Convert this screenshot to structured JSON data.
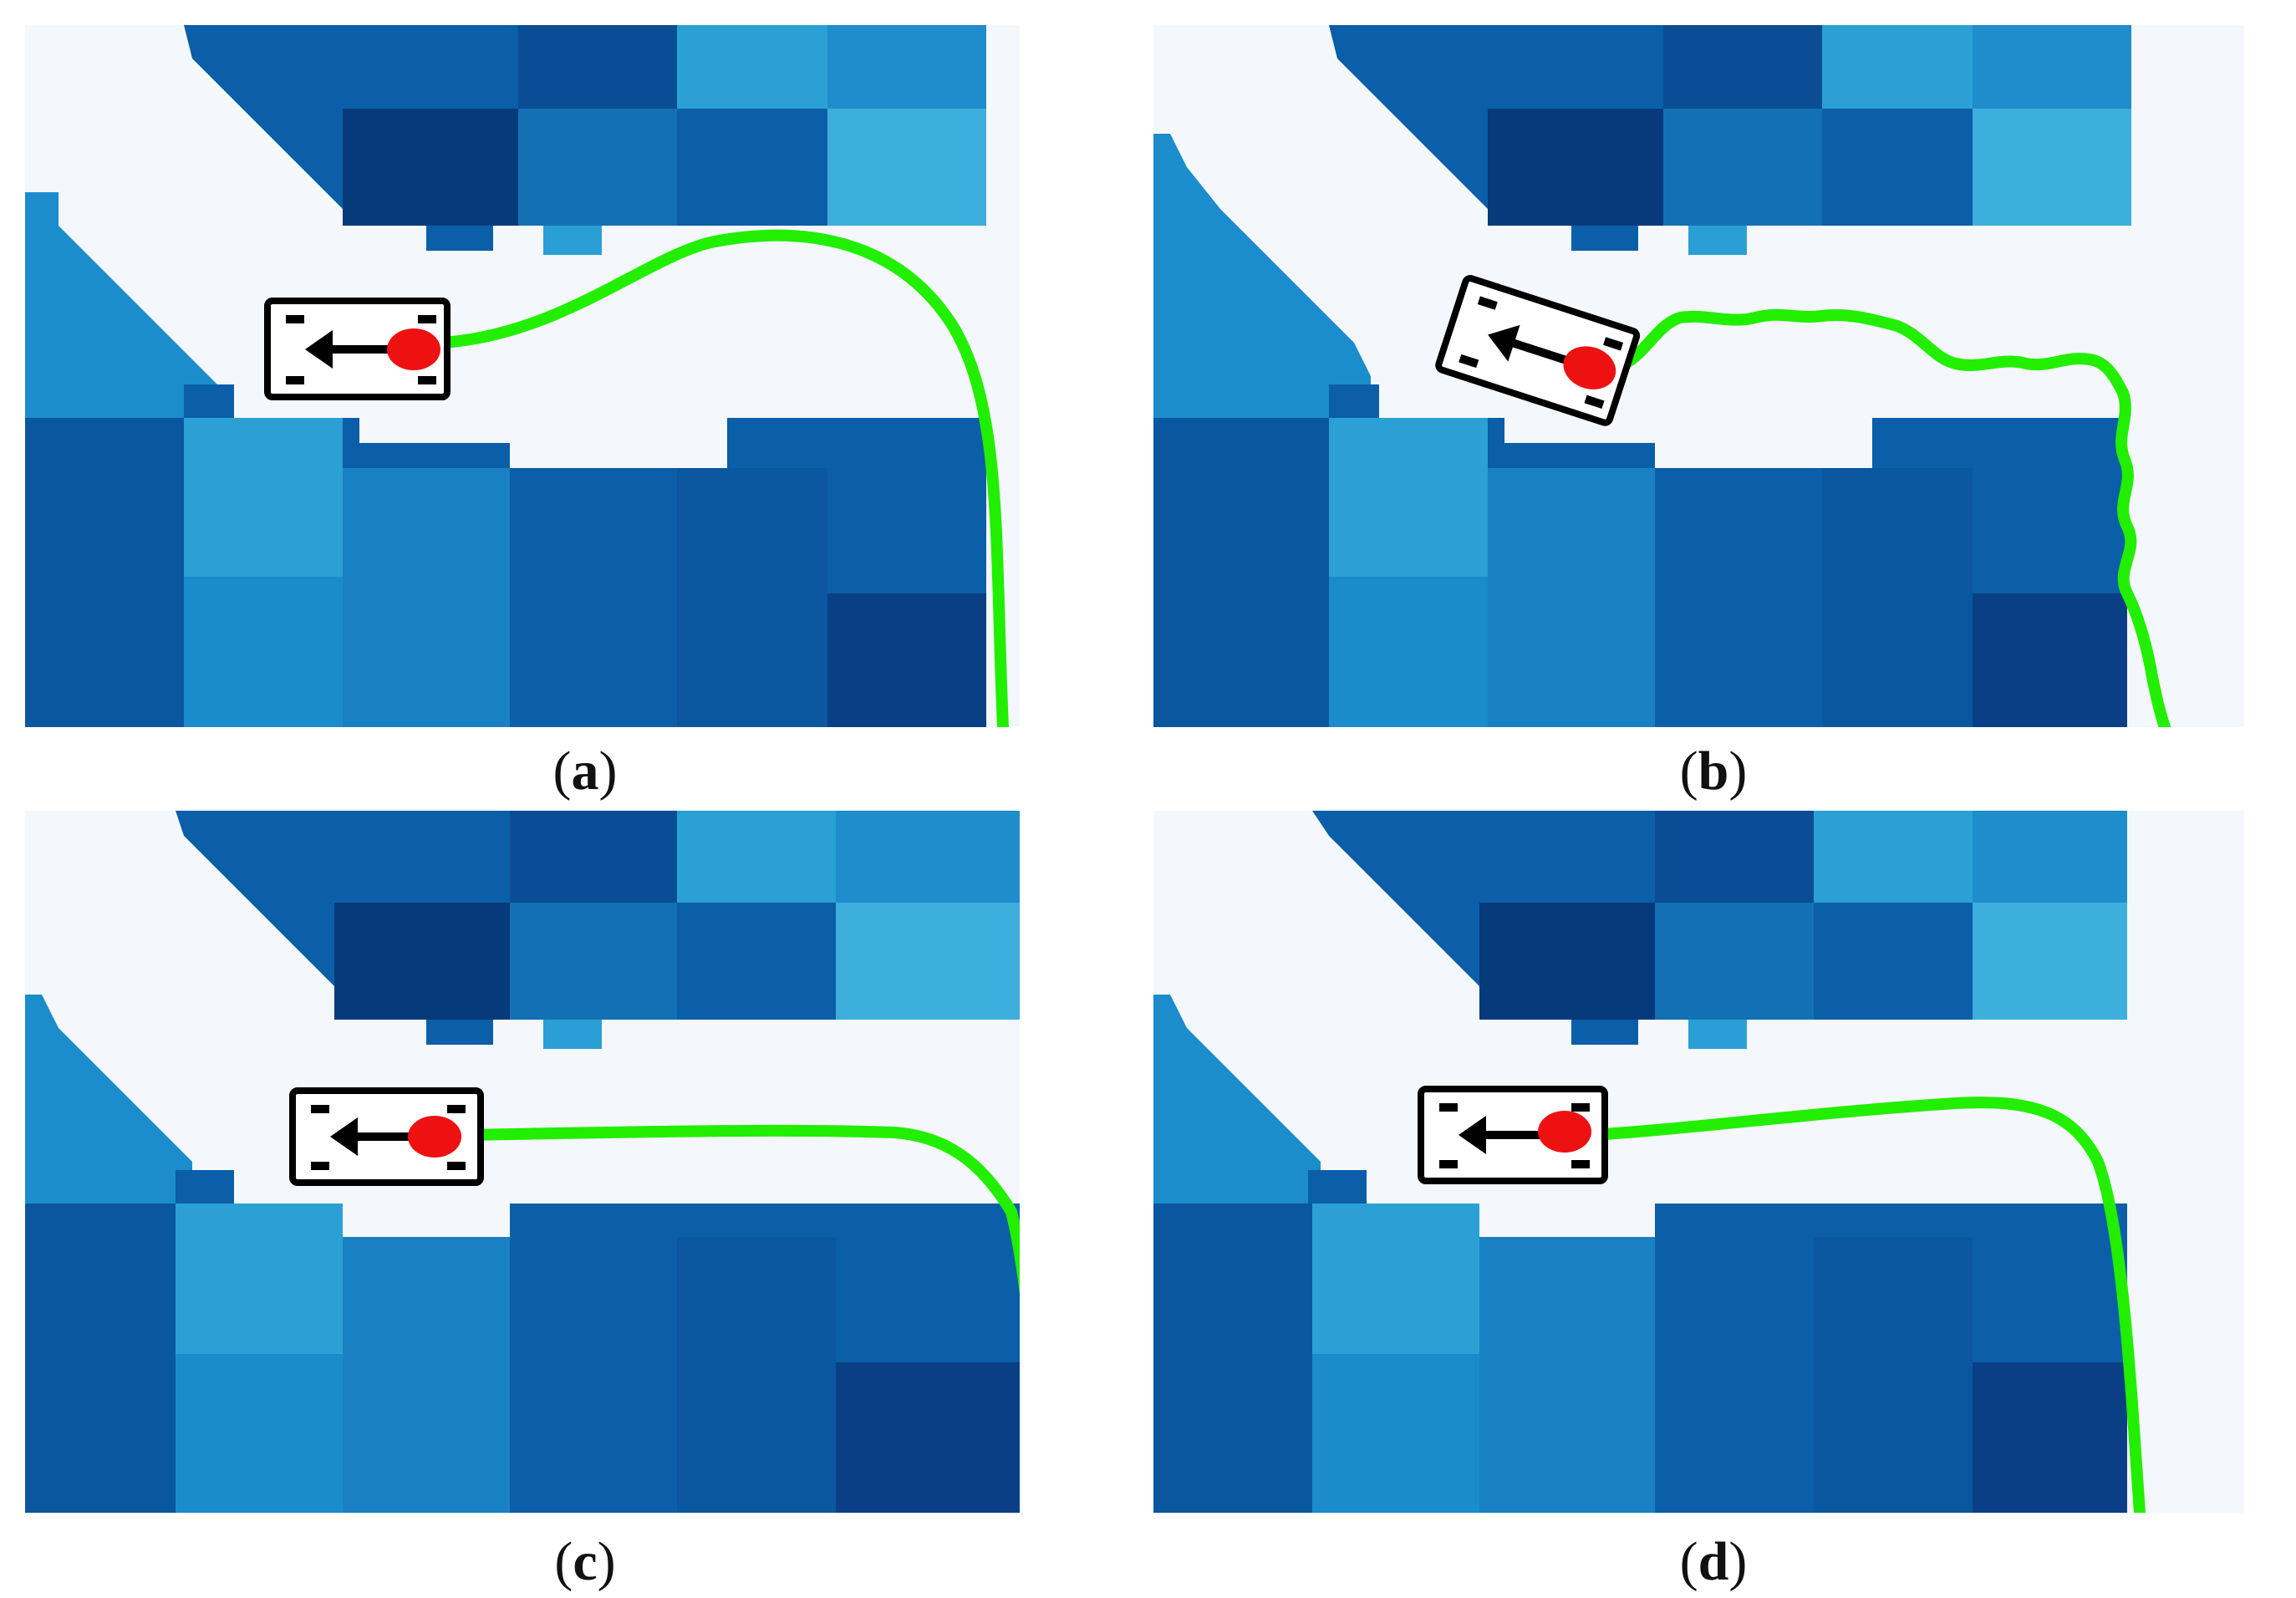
{
  "figure": {
    "panels": [
      {
        "id": "a",
        "label": "a",
        "path_style": "smooth"
      },
      {
        "id": "b",
        "label": "b",
        "path_style": "jagged"
      },
      {
        "id": "c",
        "label": "c",
        "path_style": "smooth"
      },
      {
        "id": "d",
        "label": "d",
        "path_style": "smooth"
      }
    ],
    "colors": {
      "free_space": "#f4f8fc",
      "obstacle_dark": "#0a3f86",
      "obstacle_mid": "#0b5ea8",
      "obstacle_light": "#2aa0d4",
      "path": "#22ee00",
      "vehicle_outline": "#000000",
      "vehicle_marker": "#ee1111"
    },
    "icons": {
      "vehicle": "vehicle-icon",
      "heading": "arrow-left-icon",
      "position": "red-dot-marker"
    }
  }
}
